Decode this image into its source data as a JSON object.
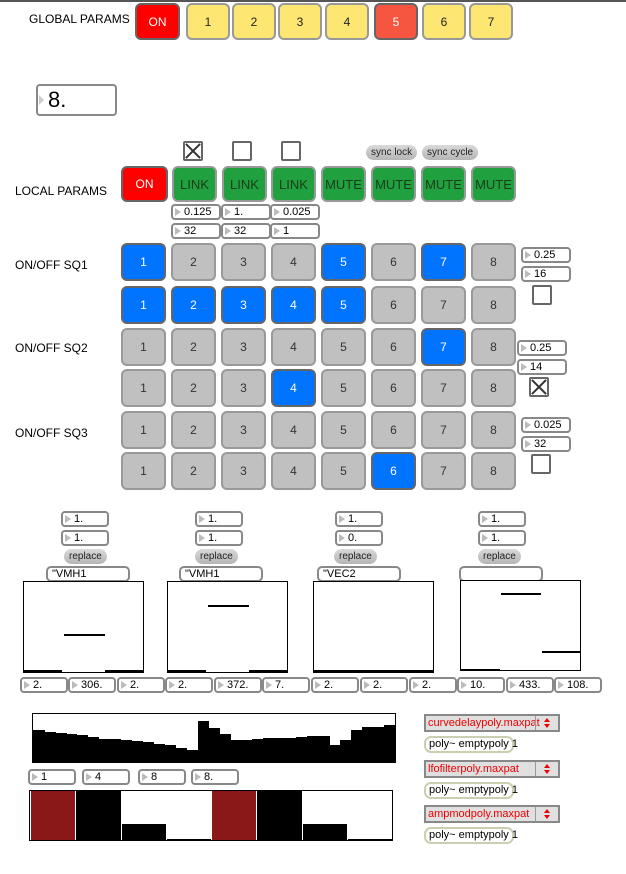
{
  "colors": {
    "on_red": "#ff0000",
    "global_yellow": "#fde672",
    "global_active": "#f65540",
    "link_green": "#21a040",
    "step_blue": "#0073ff",
    "step_gray": "#c0c0c0",
    "funbuff_red": "#8b1818"
  },
  "global_params": {
    "label": "GLOBAL PARAMS",
    "on_label": "ON",
    "buttons": [
      {
        "label": "1",
        "active": false
      },
      {
        "label": "2",
        "active": false
      },
      {
        "label": "3",
        "active": false
      },
      {
        "label": "4",
        "active": false
      },
      {
        "label": "5",
        "active": true
      },
      {
        "label": "6",
        "active": false
      },
      {
        "label": "7",
        "active": false
      }
    ]
  },
  "tempo_number": "8.",
  "local_params": {
    "label": "LOCAL PARAMS",
    "on_label": "ON",
    "toggles": [
      true,
      false,
      false
    ],
    "sync_lock_label": "sync lock",
    "sync_cycle_label": "sync cycle",
    "buttons": [
      "LINK",
      "LINK",
      "LINK",
      "MUTE",
      "MUTE",
      "MUTE",
      "MUTE"
    ],
    "numbers_row1": [
      "0.125",
      "1.",
      "0.025"
    ],
    "numbers_row2": [
      "32",
      "32",
      "1"
    ]
  },
  "sequencers": [
    {
      "label": "ON/OFF SQ1",
      "row_a": [
        true,
        false,
        false,
        false,
        true,
        false,
        true,
        false
      ],
      "row_b": [
        true,
        true,
        true,
        true,
        true,
        false,
        false,
        false
      ],
      "num1": "0.25",
      "num2": "16",
      "toggle": false
    },
    {
      "label": "ON/OFF SQ2",
      "row_a": [
        false,
        false,
        false,
        false,
        false,
        false,
        true,
        false
      ],
      "row_b": [
        false,
        false,
        false,
        true,
        false,
        false,
        false,
        false
      ],
      "num1": "0.25",
      "num2": "14",
      "toggle": true
    },
    {
      "label": "ON/OFF SQ3",
      "row_a": [
        false,
        false,
        false,
        false,
        false,
        false,
        false,
        false
      ],
      "row_b": [
        false,
        false,
        false,
        false,
        false,
        true,
        false,
        false
      ],
      "num1": "0.025",
      "num2": "32",
      "toggle": false
    }
  ],
  "step_labels": [
    "1",
    "2",
    "3",
    "4",
    "5",
    "6",
    "7",
    "8"
  ],
  "tables": [
    {
      "num1": "1.",
      "num2": "1.",
      "replace_label": "replace",
      "name": "\"VMH1",
      "bottom": [
        "2.",
        "306.",
        "2."
      ]
    },
    {
      "num1": "1.",
      "num2": "1.",
      "replace_label": "replace",
      "name": "\"VMH1",
      "bottom": [
        "2.",
        "372.",
        "7."
      ]
    },
    {
      "num1": "1.",
      "num2": "0.",
      "replace_label": "replace",
      "name": "\"VEC2",
      "bottom": [
        "2.",
        "2.",
        "2."
      ]
    },
    {
      "num1": "1.",
      "num2": "1.",
      "replace_label": "replace",
      "name": "",
      "bottom": [
        "10.",
        "433.",
        "108."
      ]
    }
  ],
  "multislider_values": [
    0.66,
    0.63,
    0.61,
    0.59,
    0.56,
    0.52,
    0.49,
    0.47,
    0.45,
    0.43,
    0.41,
    0.38,
    0.35,
    0.29,
    0.25,
    0.85,
    0.7,
    0.58,
    0.46,
    0.46,
    0.48,
    0.5,
    0.51,
    0.51,
    0.53,
    0.55,
    0.55,
    0.35,
    0.46,
    0.66,
    0.72,
    0.74,
    0.78
  ],
  "lower_numbers": [
    "1",
    "4",
    "8",
    "8."
  ],
  "pattern_bars": [
    {
      "h": 1.0,
      "red": true
    },
    {
      "h": 1.0,
      "red": false
    },
    {
      "h": 0.33,
      "red": false
    },
    {
      "h": 0.03,
      "red": false
    },
    {
      "h": 1.0,
      "red": true
    },
    {
      "h": 1.0,
      "red": false
    },
    {
      "h": 0.33,
      "red": false
    },
    {
      "h": 0.03,
      "red": false
    }
  ],
  "poly_slots": [
    {
      "menu": "curvedelaypoly.maxpat",
      "poly": "poly~ emptypoly 1"
    },
    {
      "menu": "lfofilterpoly.maxpat",
      "poly": "poly~ emptypoly 1"
    },
    {
      "menu": "ampmodpoly.maxpat",
      "poly": "poly~ emptypoly 1"
    }
  ]
}
